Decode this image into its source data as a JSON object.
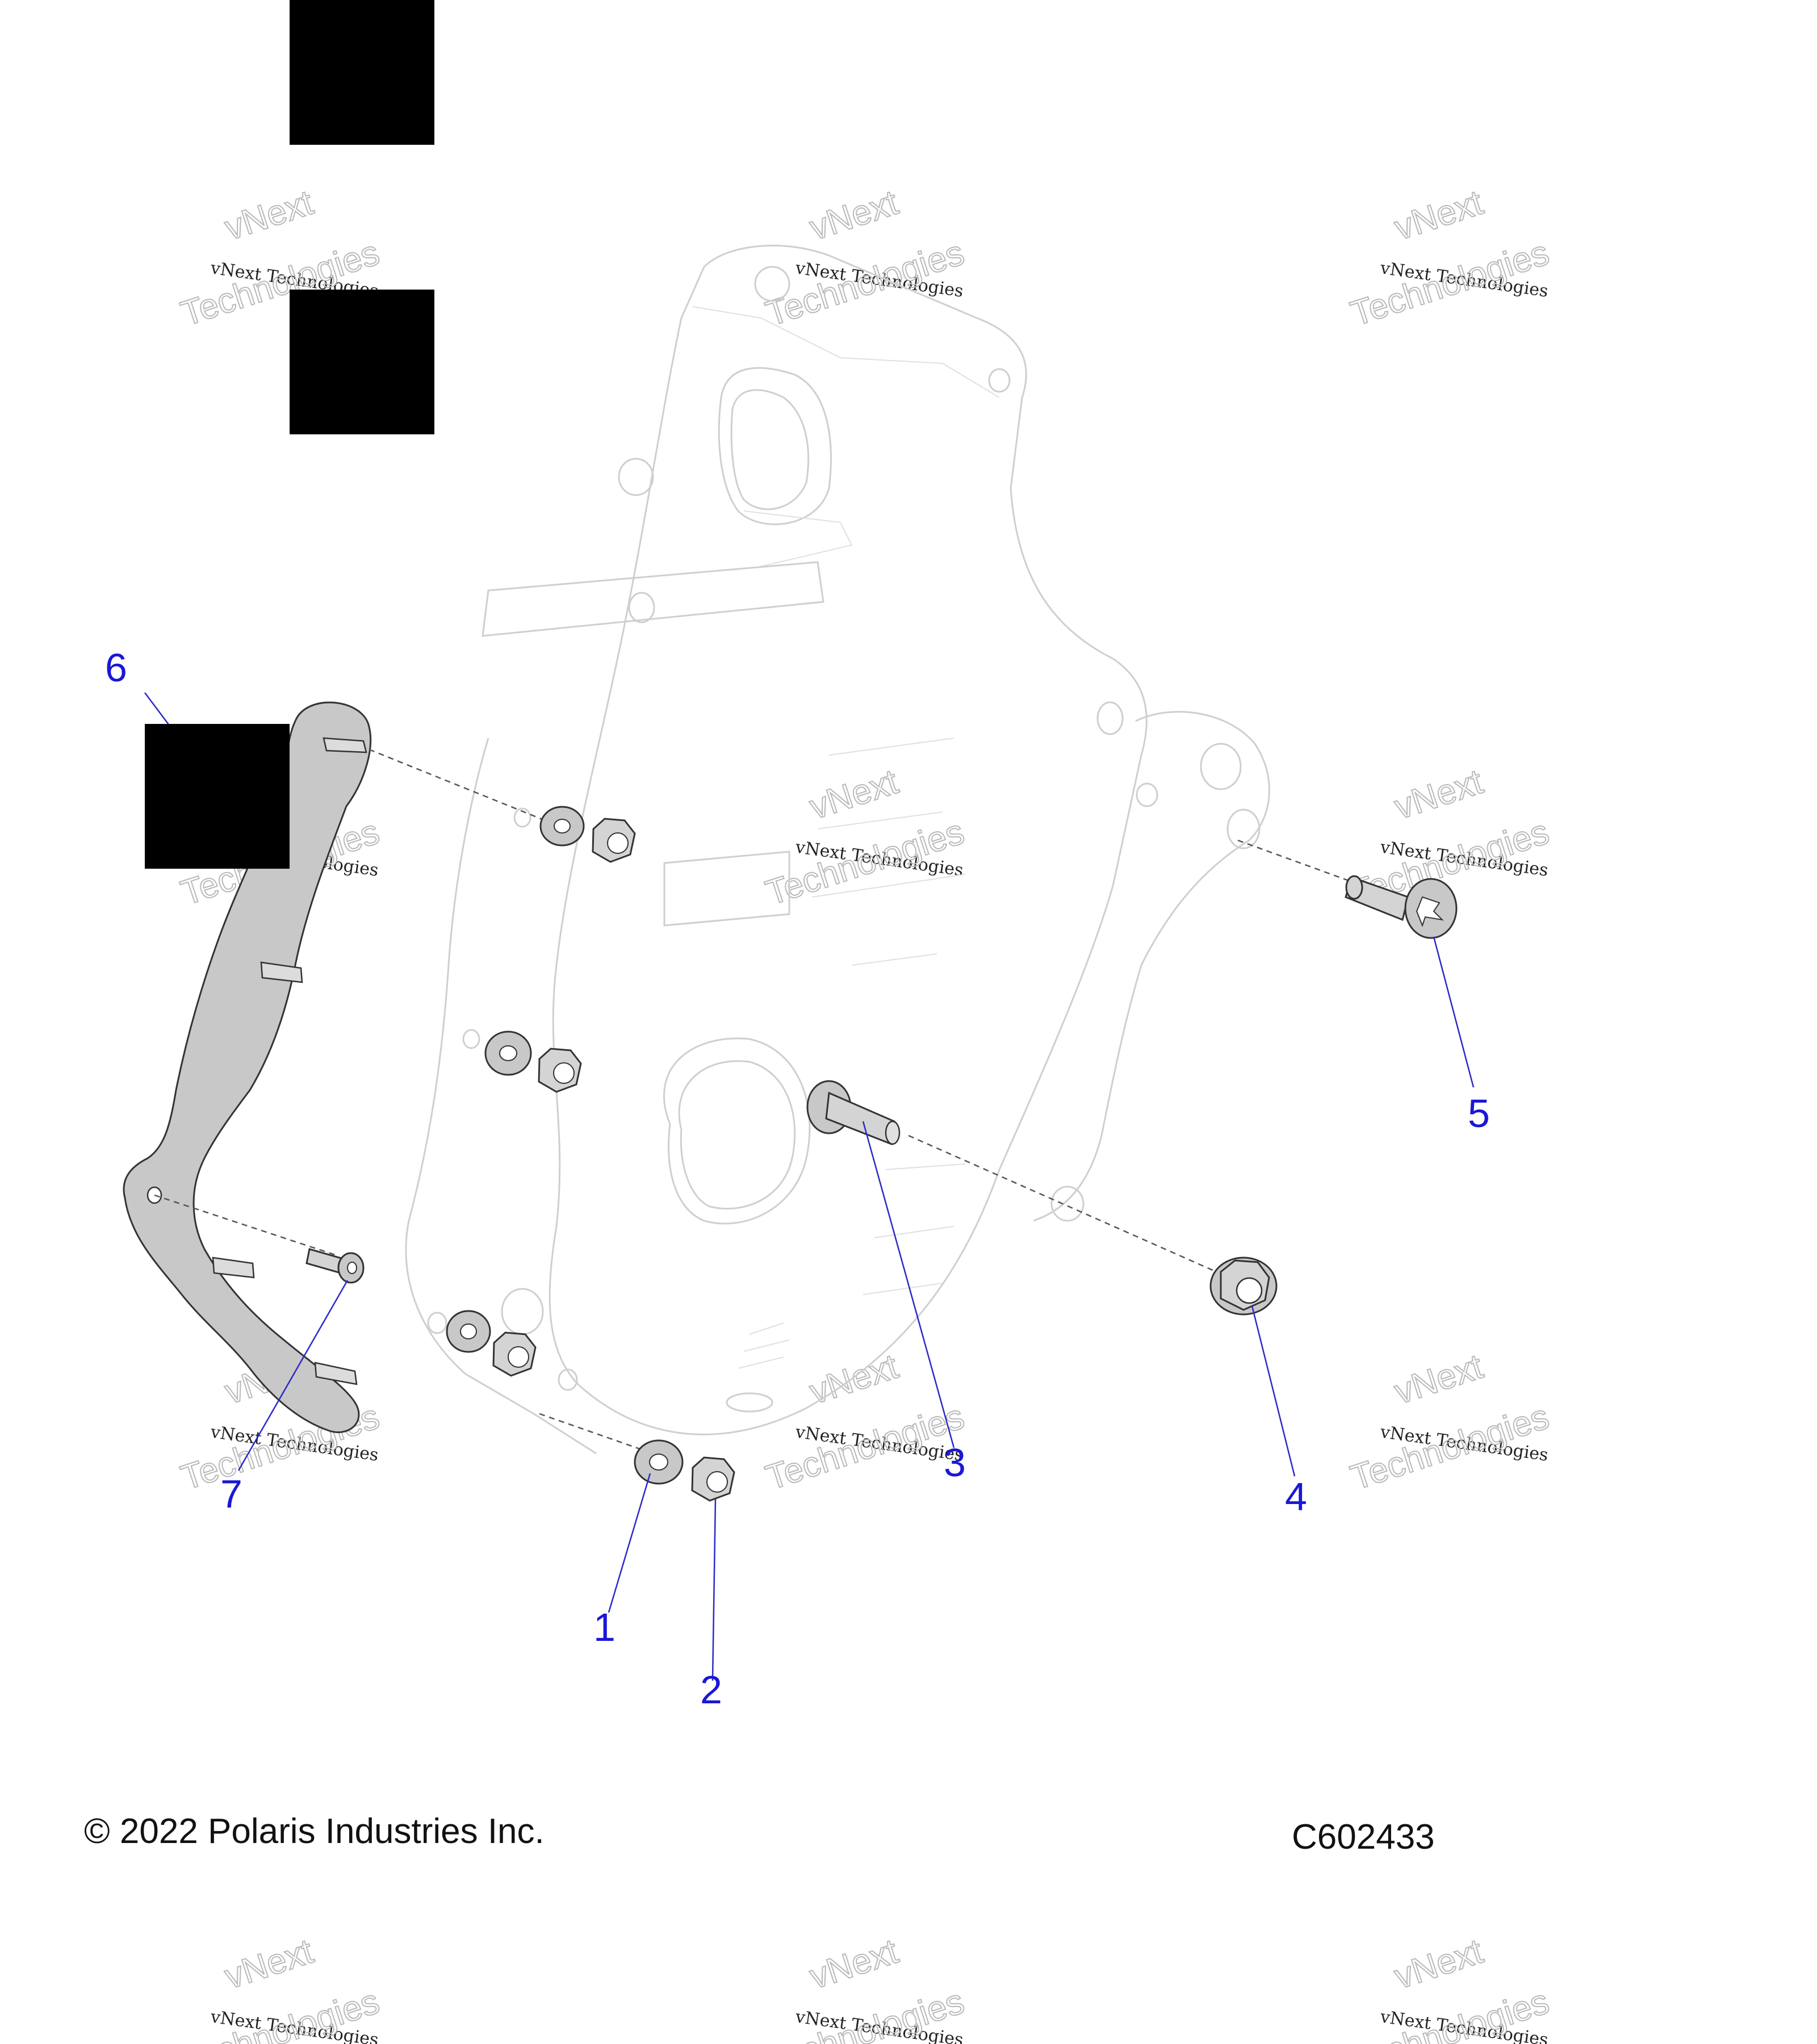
{
  "callouts": [
    {
      "label": "1"
    },
    {
      "label": "2"
    },
    {
      "label": "3"
    },
    {
      "label": "4"
    },
    {
      "label": "5"
    },
    {
      "label": "6"
    },
    {
      "label": "7"
    }
  ],
  "watermark": {
    "line1": "vNext Technologies",
    "line2": "vNext",
    "line3": "Technologies"
  },
  "footer": {
    "copyright": "© 2022 Polaris Industries Inc.",
    "figure_id": "C602433"
  },
  "colors": {
    "callout": "#1a17d6",
    "part_fill": "#c8c8c8",
    "redaction": "#000000"
  }
}
